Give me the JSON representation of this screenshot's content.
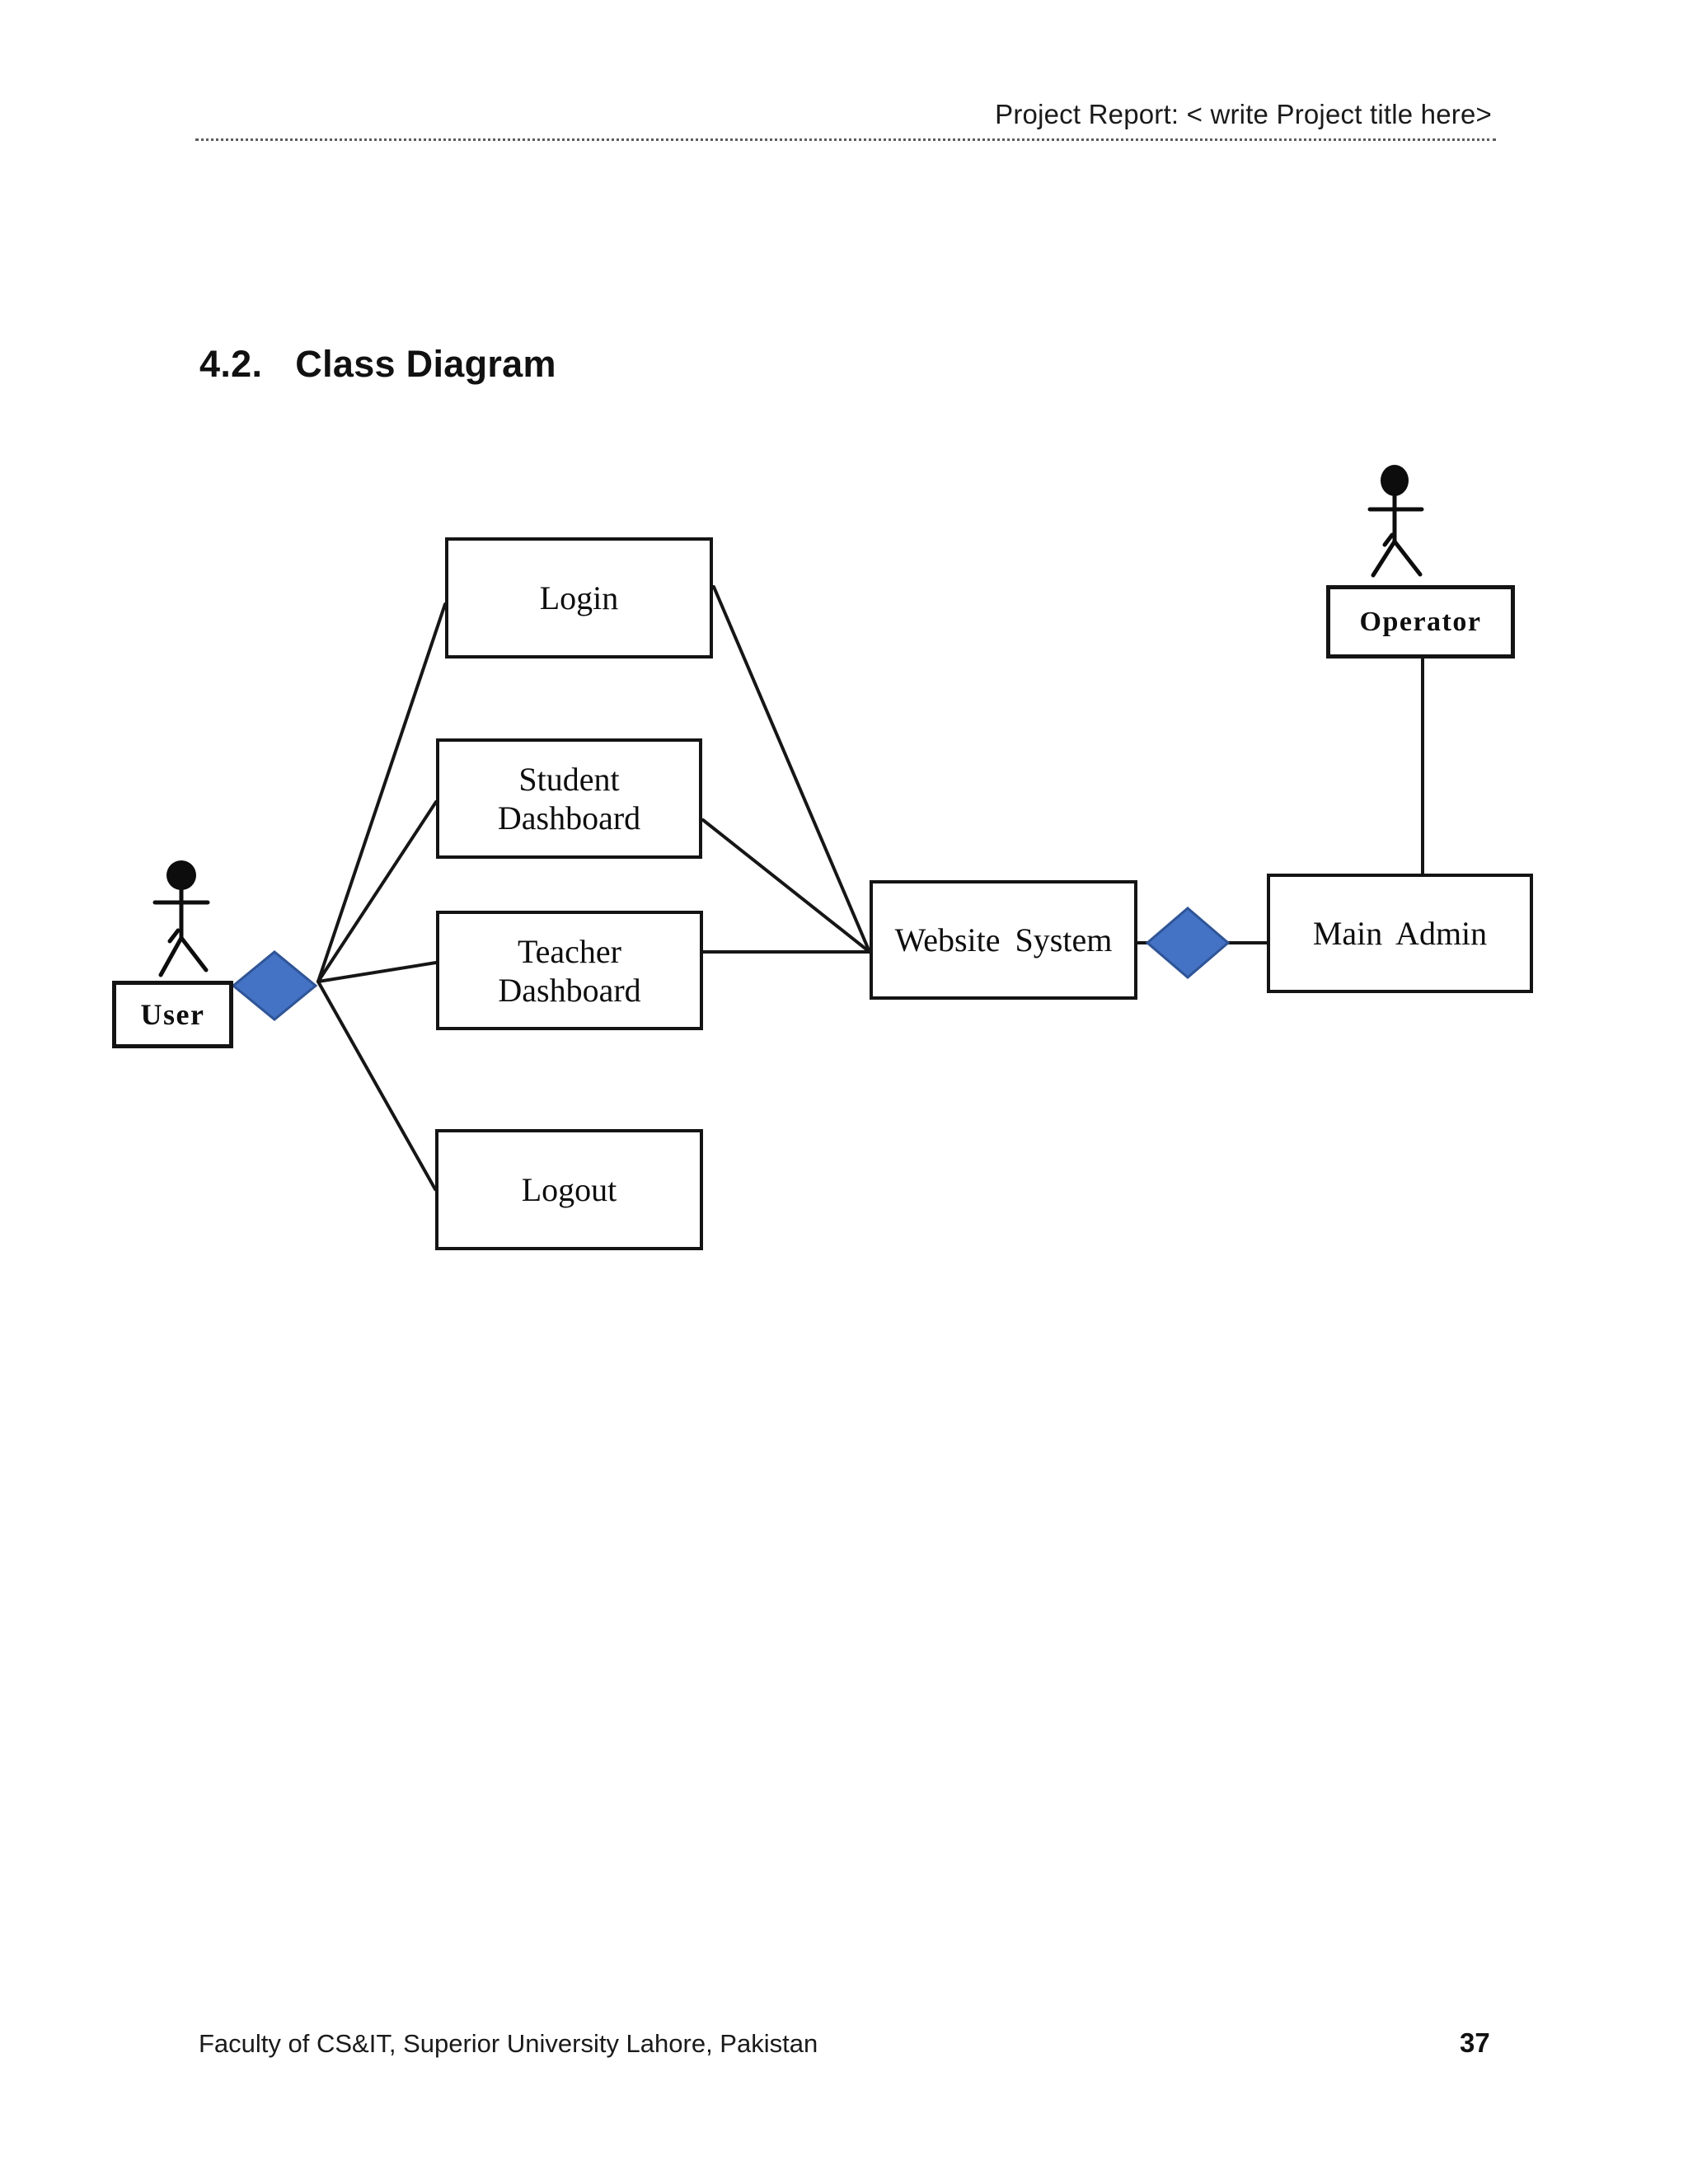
{
  "page": {
    "header": {
      "title": "Project Report: < write Project title here>"
    },
    "section": {
      "number": "4.2.",
      "title": "Class Diagram"
    },
    "footer": {
      "text": "Faculty of CS&IT, Superior University Lahore, Pakistan",
      "page_number": "37"
    }
  },
  "diagram": {
    "type": "class-diagram",
    "actors": {
      "user": {
        "label": "User"
      },
      "operator": {
        "label": "Operator"
      }
    },
    "nodes": {
      "login": {
        "label": "Login"
      },
      "student_dashboard": {
        "line1": "Student",
        "line2": "Dashboard"
      },
      "teacher_dashboard": {
        "line1": "Teacher",
        "line2": "Dashboard"
      },
      "logout": {
        "label": "Logout"
      },
      "website_system": {
        "label": "Website System"
      },
      "main_admin": {
        "label": "Main Admin"
      }
    },
    "colors": {
      "diamond_fill": "#4472C4",
      "diamond_stroke": "#2F5597",
      "line": "#161616"
    },
    "relations": [
      "User — Login",
      "User — Student Dashboard",
      "User — Teacher Dashboard",
      "User — Logout",
      "Login — Website System",
      "Student Dashboard — Website System",
      "Teacher Dashboard — Website System",
      "Website System — Main Admin",
      "Operator — Main Admin"
    ]
  }
}
